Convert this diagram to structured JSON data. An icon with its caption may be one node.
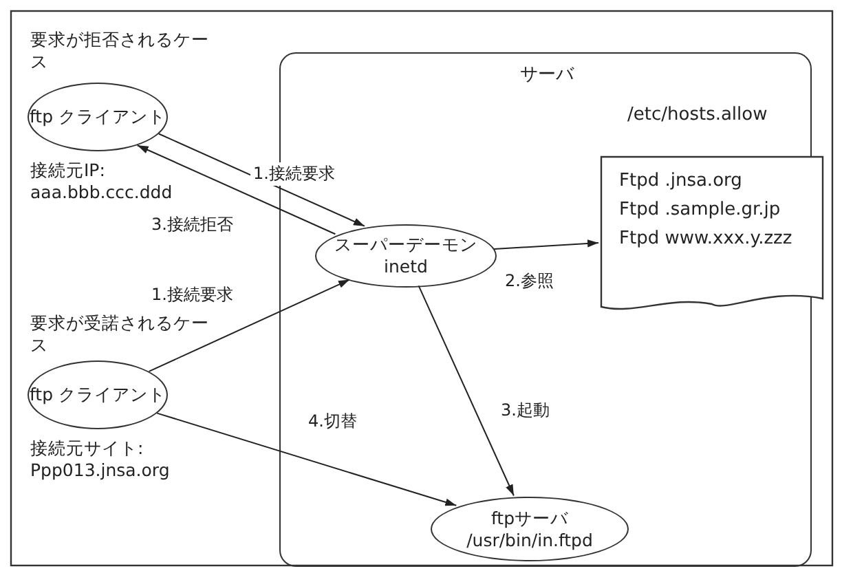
{
  "diagram": {
    "nodes": [
      {
        "text": [
          "サーバ"
        ]
      },
      {
        "text": [
          "ftp クライアント"
        ],
        "beside": [
          "要求が拒否されるケース",
          "接続元IP: aaa.bbb.ccc.ddd"
        ]
      },
      {
        "text": [
          "スーパーデーモン inetd"
        ],
        "in": 0
      },
      {
        "text": [
          "/etc/hosts.allow",
          "Ftpd .jnsa.org",
          "Ftpd .sample.gr.jp",
          "Ftpd www.xxx.y.zzz"
        ],
        "in": 0
      },
      {
        "text": [
          "ftp クライアント"
        ],
        "beside": [
          "要求が受諾されるケース",
          "接続元サイト: Ppp013.jnsa.org"
        ]
      },
      {
        "text": [
          "ftpサーバ /usr/bin/in.ftpd"
        ],
        "in": 0
      }
    ],
    "edges": [
      {
        "from": 1,
        "to": 2,
        "arrow": "to",
        "label": "1.接続要求"
      },
      {
        "from": 2,
        "to": 1,
        "arrow": "to",
        "label": "3.接続拒否"
      },
      {
        "from": 2,
        "to": 3,
        "arrow": "to",
        "label": "2.参照"
      },
      {
        "from": 4,
        "to": 2,
        "arrow": "to",
        "label": "1.接続要求"
      },
      {
        "from": 2,
        "to": 5,
        "arrow": "to",
        "label": "3.起動"
      },
      {
        "from": 4,
        "to": 5,
        "arrow": "to",
        "label": "4.切替"
      }
    ]
  }
}
